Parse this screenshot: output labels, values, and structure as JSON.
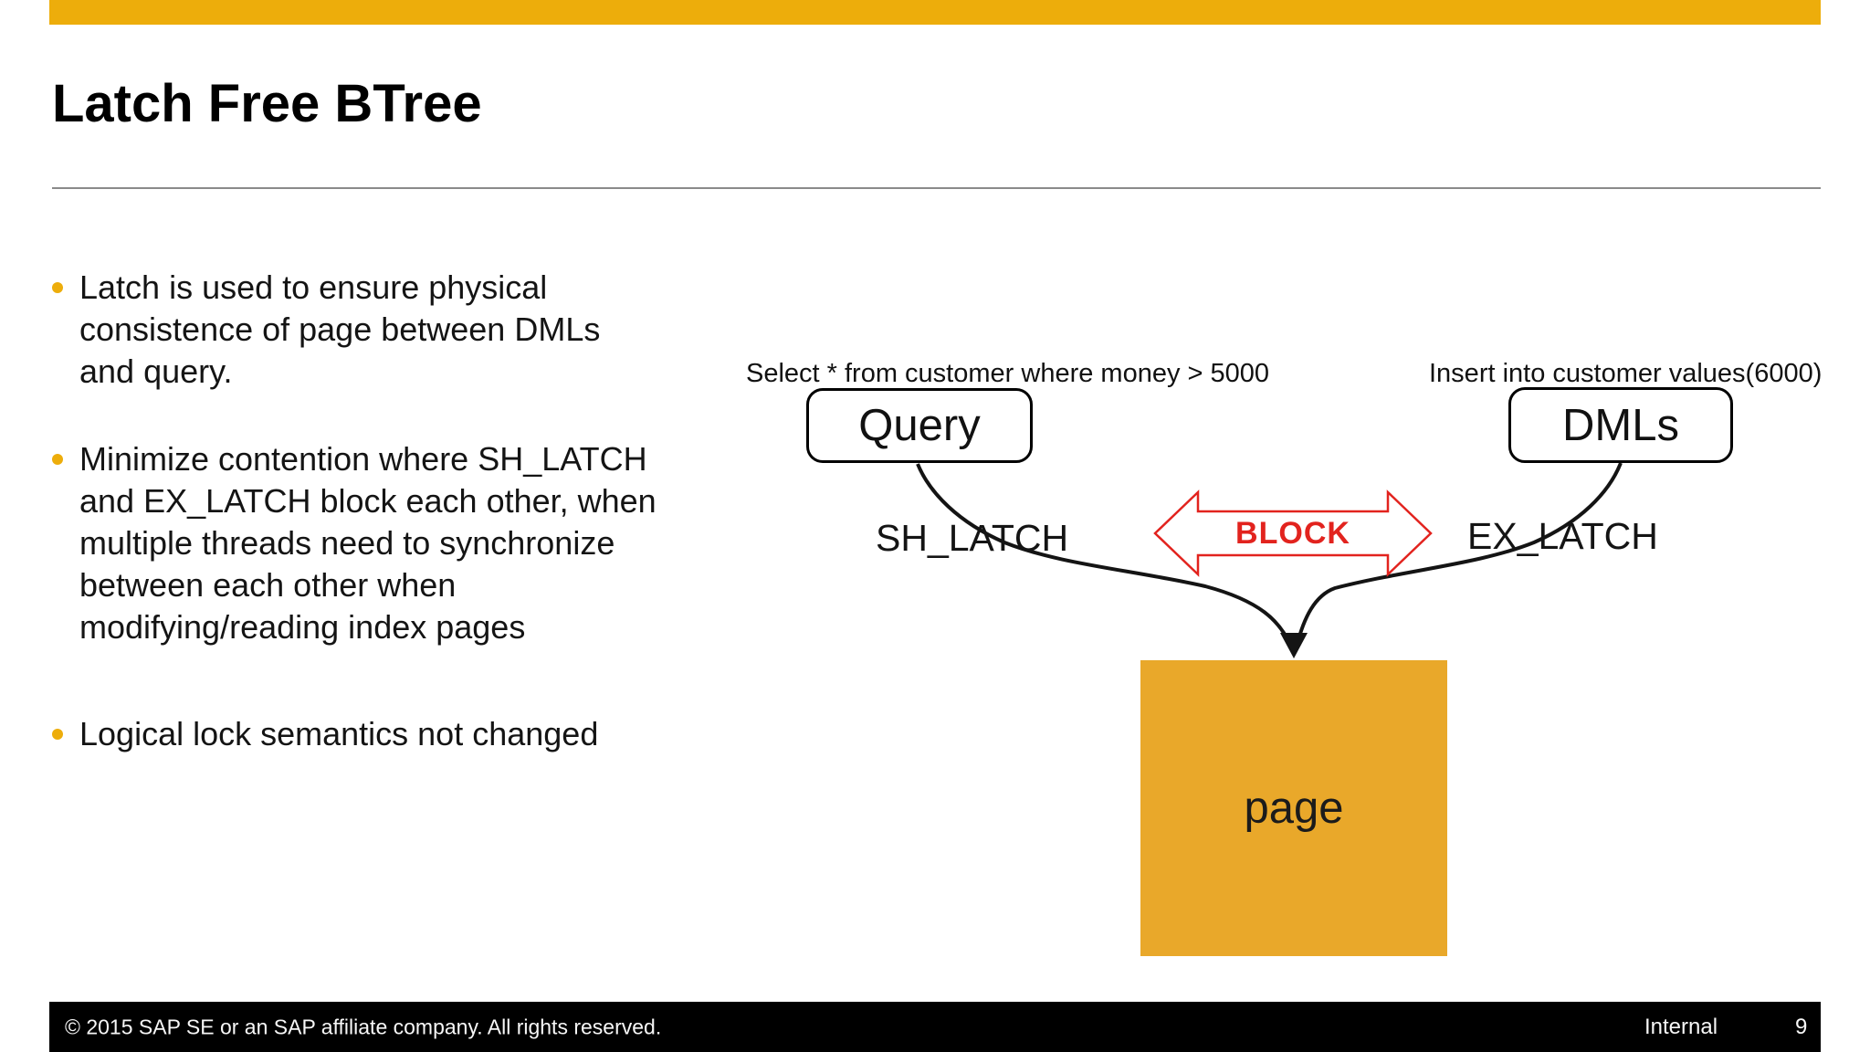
{
  "slide": {
    "title": "Latch Free BTree",
    "bullets": [
      {
        "lines": [
          "Latch is used to ensure physical",
          "consistence of page between DMLs",
          "and query."
        ]
      },
      {
        "lines": [
          "Minimize contention where SH_LATCH",
          "and EX_LATCH block each other, when",
          "multiple threads need to synchronize",
          "between each other when",
          "modifying/reading index pages"
        ]
      },
      {
        "lines": [
          "Logical lock semantics not changed"
        ]
      }
    ],
    "diagram": {
      "query_annotation": "Select * from customer where money > 5000",
      "dmls_annotation": "Insert into customer values(6000)",
      "query_box_label": "Query",
      "dmls_box_label": "DMLs",
      "sh_latch_label": "SH_LATCH",
      "ex_latch_label": "EX_LATCH",
      "block_label": "BLOCK",
      "page_box_label": "page"
    },
    "footer": {
      "copyright": "© 2015 SAP SE or an SAP affiliate company. All rights reserved.",
      "classification": "Internal",
      "page_number": "9"
    },
    "colors": {
      "gold": "#EDAD0B",
      "page_gold": "#E9A82A",
      "red": "#E2231E",
      "text": "#141414",
      "line_black": "#141414",
      "footer_bg": "#000000"
    }
  }
}
